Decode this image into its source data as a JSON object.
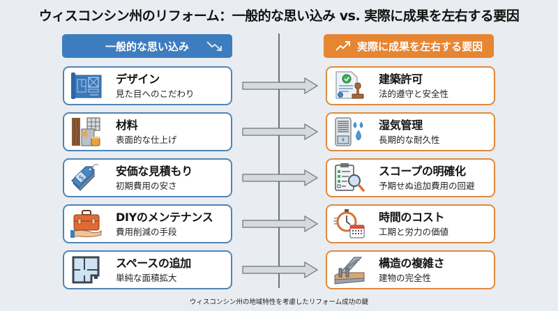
{
  "title": "ウィスコンシン州のリフォーム：一般的な思い込み vs. 実際に成果を左右する要因",
  "colors": {
    "background": "#e9ecf0",
    "left_accent": "#3d7dbf",
    "left_border": "#4f84b3",
    "right_accent": "#e68532",
    "right_border": "#de8a3c",
    "divider": "#6c737b",
    "arrow_fill": "#d5dadf",
    "arrow_stroke": "#6c737b"
  },
  "left_column": {
    "header": "一般的な思い込み",
    "header_icon": "trend-down-icon",
    "items": [
      {
        "title": "デザイン",
        "subtitle": "見た目へのこだわり",
        "icon": "blueprint-icon"
      },
      {
        "title": "材料",
        "subtitle": "表面的な仕上げ",
        "icon": "materials-paint-icon"
      },
      {
        "title": "安価な見積もり",
        "subtitle": "初期費用の安さ",
        "icon": "price-tag-icon"
      },
      {
        "title": "DIYのメンテナンス",
        "subtitle": "費用削減の手段",
        "icon": "toolbox-hand-icon"
      },
      {
        "title": "スペースの追加",
        "subtitle": "単純な面積拡大",
        "icon": "floor-plan-icon"
      }
    ]
  },
  "right_column": {
    "header": "実際に成果を左右する要因",
    "header_icon": "trend-up-icon",
    "items": [
      {
        "title": "建築許可",
        "subtitle": "法的遵守と安全性",
        "icon": "permit-stamp-icon"
      },
      {
        "title": "湿気管理",
        "subtitle": "長期的な耐久性",
        "icon": "dehumidifier-icon"
      },
      {
        "title": "スコープの明確化",
        "subtitle": "予期せぬ追加費用の回避",
        "icon": "clipboard-magnifier-icon"
      },
      {
        "title": "時間のコスト",
        "subtitle": "工期と労力の価値",
        "icon": "stopwatch-calendar-icon"
      },
      {
        "title": "構造の複雑さ",
        "subtitle": "建物の完全性",
        "icon": "steel-beam-icon"
      }
    ]
  },
  "footer": "ウィスコンシン州の地域特性を考慮したリフォーム成功の鍵"
}
